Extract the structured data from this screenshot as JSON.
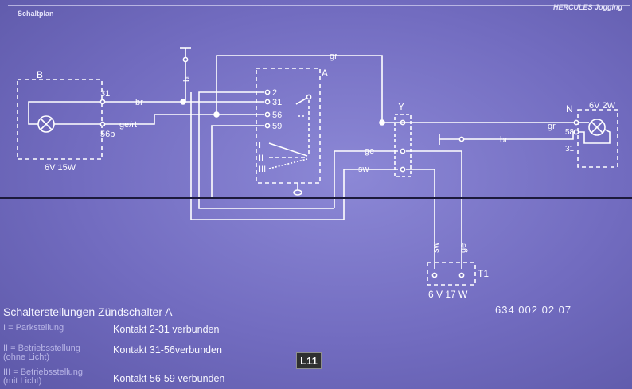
{
  "header": {
    "left_title": "Schaltplan",
    "right_title": "HERCULES Jogging"
  },
  "components": {
    "B": {
      "label": "B",
      "rating": "6V 15W",
      "terminal_top": "31",
      "terminal_bottom": "56b"
    },
    "A": {
      "label": "A",
      "contacts": [
        "2",
        "31",
        "56",
        "59"
      ],
      "positions": [
        "I",
        "II",
        "III"
      ]
    },
    "Y": {
      "label": "Y"
    },
    "N": {
      "label": "N",
      "rating": "6V 2W",
      "terminal_top": "58",
      "terminal_bottom": "31"
    },
    "T1": {
      "label": "T1",
      "rating": "6 V 17 W"
    }
  },
  "wires": {
    "br_top": "br",
    "br_left": "br",
    "gert": "ge/rt",
    "gr_top": "gr",
    "gr_right": "gr",
    "br_right": "br",
    "ge_y": "ge",
    "sw_y": "sw",
    "sw_t1": "sw",
    "ge_t1": "ge"
  },
  "bottom": {
    "title": "Schalterstellungen Zündschalter A",
    "doc_number": "634 002 02 07",
    "page": "L11",
    "legend": [
      {
        "pos_line1": "I = Parkstellung",
        "pos_line2": "",
        "desc": "Kontakt 2-31 verbunden"
      },
      {
        "pos_line1": "II = Betriebsstellung",
        "pos_line2": "(ohne Licht)",
        "desc": "Kontakt 31-56verbunden"
      },
      {
        "pos_line1": "III = Betriebsstellung",
        "pos_line2": "(mit Licht)",
        "desc": "Kontakt 56-59 verbunden"
      }
    ]
  }
}
